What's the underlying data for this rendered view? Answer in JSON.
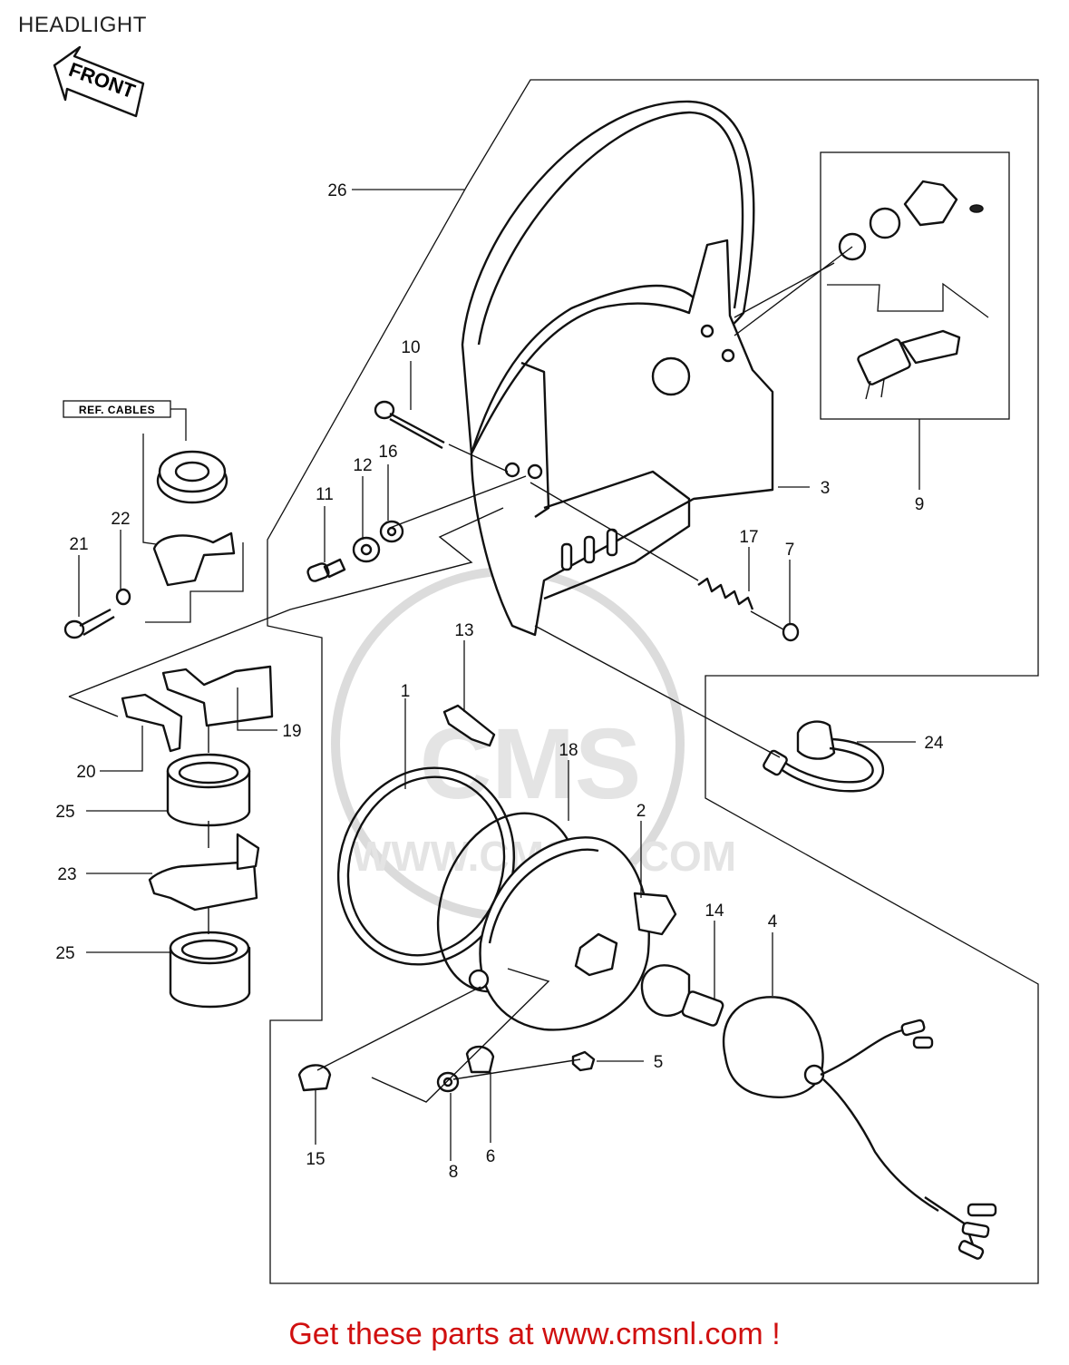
{
  "page": {
    "title": "HEADLIGHT",
    "footer": "Get these parts at www.cmsnl.com !"
  },
  "diagram": {
    "front_arrow_label": "FRONT",
    "ref_box_label": "REF. CABLES",
    "watermark": {
      "brand": "CMS",
      "url": "WWW.CMSNL.COM"
    },
    "callouts": [
      "1",
      "2",
      "3",
      "4",
      "5",
      "6",
      "7",
      "8",
      "9",
      "10",
      "11",
      "12",
      "13",
      "14",
      "15",
      "16",
      "17",
      "18",
      "19",
      "20",
      "21",
      "22",
      "23",
      "24",
      "25",
      "26"
    ]
  },
  "colors": {
    "footer": "#d01010",
    "ink": "#111111",
    "background": "#ffffff"
  }
}
